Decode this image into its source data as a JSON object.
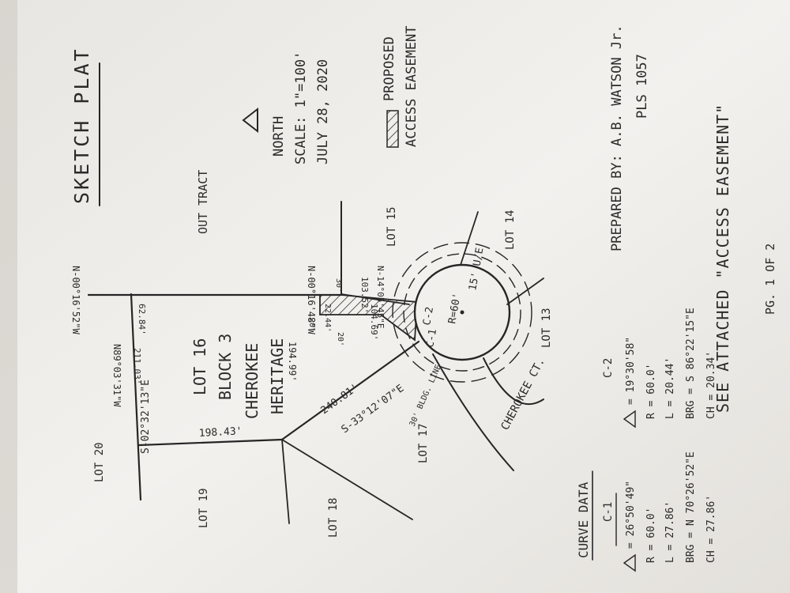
{
  "title": "SKETCH PLAT",
  "north": {
    "label": "NORTH",
    "scale": "SCALE: 1\"=100'",
    "date": "JULY 28, 2020"
  },
  "legend": {
    "line1": "PROPOSED",
    "line2": "ACCESS EASEMENT"
  },
  "labels": {
    "out_tract": "OUT TRACT",
    "lot15": "LOT 15",
    "lot14": "LOT 14",
    "lot13": "LOT 13",
    "lot16": "LOT 16",
    "block3": "BLOCK 3",
    "cherokee": "CHEROKEE",
    "heritage": "HERITAGE",
    "lot17": "LOT 17",
    "lot18": "LOT 18",
    "lot19": "LOT 19",
    "lot20": "LOT 20",
    "street": "CHEROKEE CT.",
    "utility": "15' U/E",
    "bldg_line": "30' BLDG. LINE",
    "radius": "R=60'",
    "c1": "C-1",
    "c2": "C-2"
  },
  "bearings": {
    "north_top": "N-00°16'52\"W",
    "north_lot": "N-00°16'48\"W",
    "west": "N89°03'31\"W",
    "south_line": "S-02°32'13\"E",
    "diag": "S-33°12'07\"E",
    "ease": "N-14°05'45\"E"
  },
  "dims": {
    "d62": "62.84'",
    "d194": "194.99'",
    "d211": "211.03'",
    "d198": "198.43'",
    "d240": "240.81'",
    "d103": "103.52'",
    "d104": "104.69'",
    "d22": "22.44'",
    "d30": "30'",
    "d20a": "20'",
    "d20b": "20'"
  },
  "curve_title": "CURVE DATA",
  "curve_c1": {
    "name": "C-1",
    "delta": "= 26°50'49\"",
    "r": "R = 60.0'",
    "l": "L = 27.86'",
    "brg": "BRG = N 70°26'52\"E",
    "ch": "CH = 27.86'"
  },
  "curve_c2": {
    "name": "C-2",
    "delta": "= 19°30'58\"",
    "r": "R = 60.0'",
    "l": "L = 20.44'",
    "brg": "BRG = S 86°22'15\"E",
    "ch": "CH = 20.34'"
  },
  "prepared": {
    "line1": "PREPARED BY: A.B. WATSON Jr.",
    "line2": "PLS 1057"
  },
  "see_attached": "SEE ATTACHED \"ACCESS EASEMENT\"",
  "page": "PG. 1 OF 2"
}
